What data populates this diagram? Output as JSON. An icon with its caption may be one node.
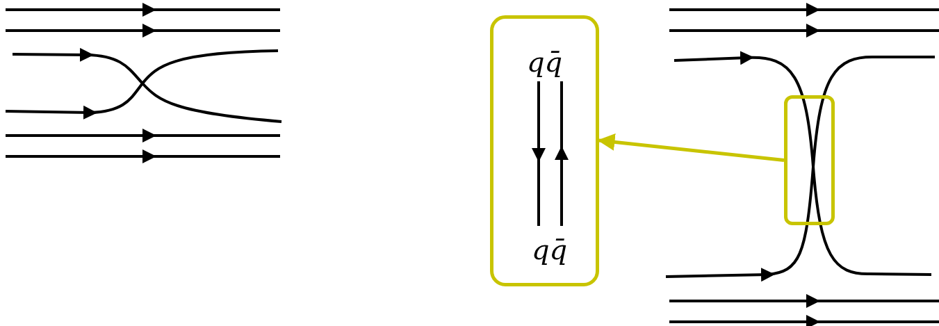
{
  "diagram": {
    "nodes": [
      {
        "text": [
          "qq̄",
          "qq̄"
        ]
      },
      {
        "text": [],
        "shape": "box"
      }
    ],
    "edges": [
      {
        "from": 1,
        "to": 0,
        "arrow": "to",
        "color": "#c8c400"
      }
    ]
  }
}
